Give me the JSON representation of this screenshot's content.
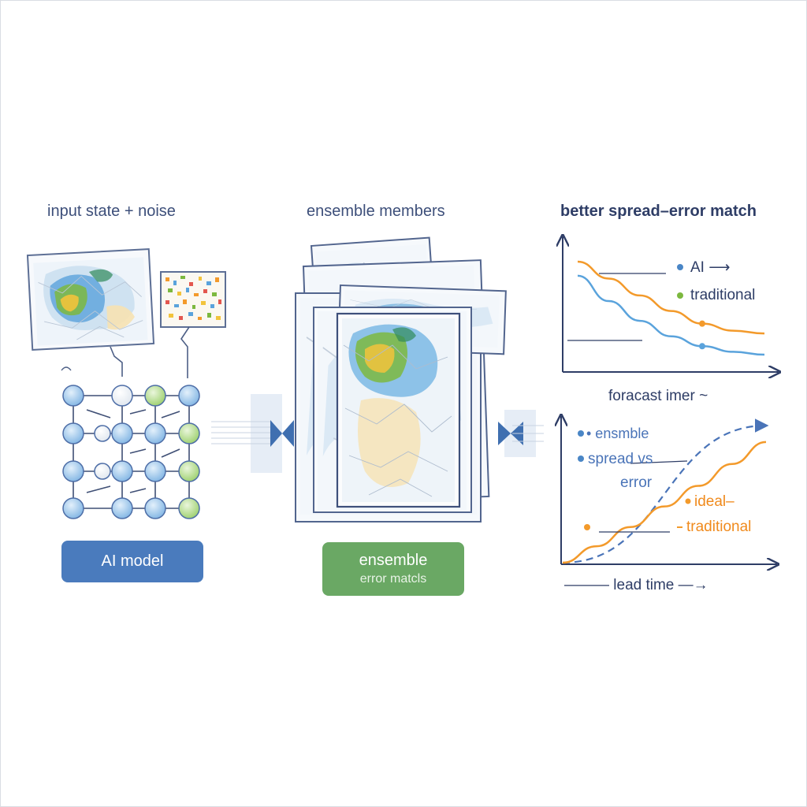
{
  "headings": {
    "input": "input state + noise",
    "ensemble": "ensemble members",
    "better": "better spread–error match"
  },
  "model_box": {
    "label": "AI model"
  },
  "ensemble_box": {
    "line1": "ensemble",
    "line2": "error matcls"
  },
  "top_chart": {
    "legend_ai": "AI ⟶",
    "legend_traditional": "traditional",
    "xlabel": "foracast imer ~"
  },
  "bottom_chart": {
    "legend_1": "• ensmble",
    "legend_2": "spread vs",
    "legend_2b": "error",
    "legend_ideal": "ideal–",
    "legend_traditional": "traditional",
    "xlabel": "——— lead time —→"
  },
  "colors": {
    "blue": "#5aa3dc",
    "orange": "#f39a2b",
    "green": "#7cb83f",
    "navy": "#2e3d66"
  },
  "chart_data": [
    {
      "type": "line",
      "title": "better spread–error match",
      "xlabel": "foracast imer ~",
      "ylabel": "",
      "series": [
        {
          "name": "AI",
          "x": [
            0,
            1,
            2,
            3,
            4,
            5,
            6
          ],
          "values": [
            0.9,
            0.72,
            0.58,
            0.47,
            0.4,
            0.36,
            0.34
          ]
        },
        {
          "name": "traditional",
          "x": [
            0,
            1,
            2,
            3,
            4,
            5,
            6
          ],
          "values": [
            1.0,
            0.88,
            0.76,
            0.65,
            0.56,
            0.51,
            0.49
          ]
        }
      ]
    },
    {
      "type": "line",
      "xlabel": "lead time",
      "ylabel": "",
      "series": [
        {
          "name": "ideal",
          "x": [
            0,
            6
          ],
          "values": [
            0,
            1.0
          ]
        },
        {
          "name": "traditional",
          "x": [
            0,
            1,
            2,
            3,
            4,
            5,
            6
          ],
          "values": [
            0,
            0.12,
            0.26,
            0.41,
            0.56,
            0.72,
            0.88
          ]
        }
      ]
    }
  ]
}
